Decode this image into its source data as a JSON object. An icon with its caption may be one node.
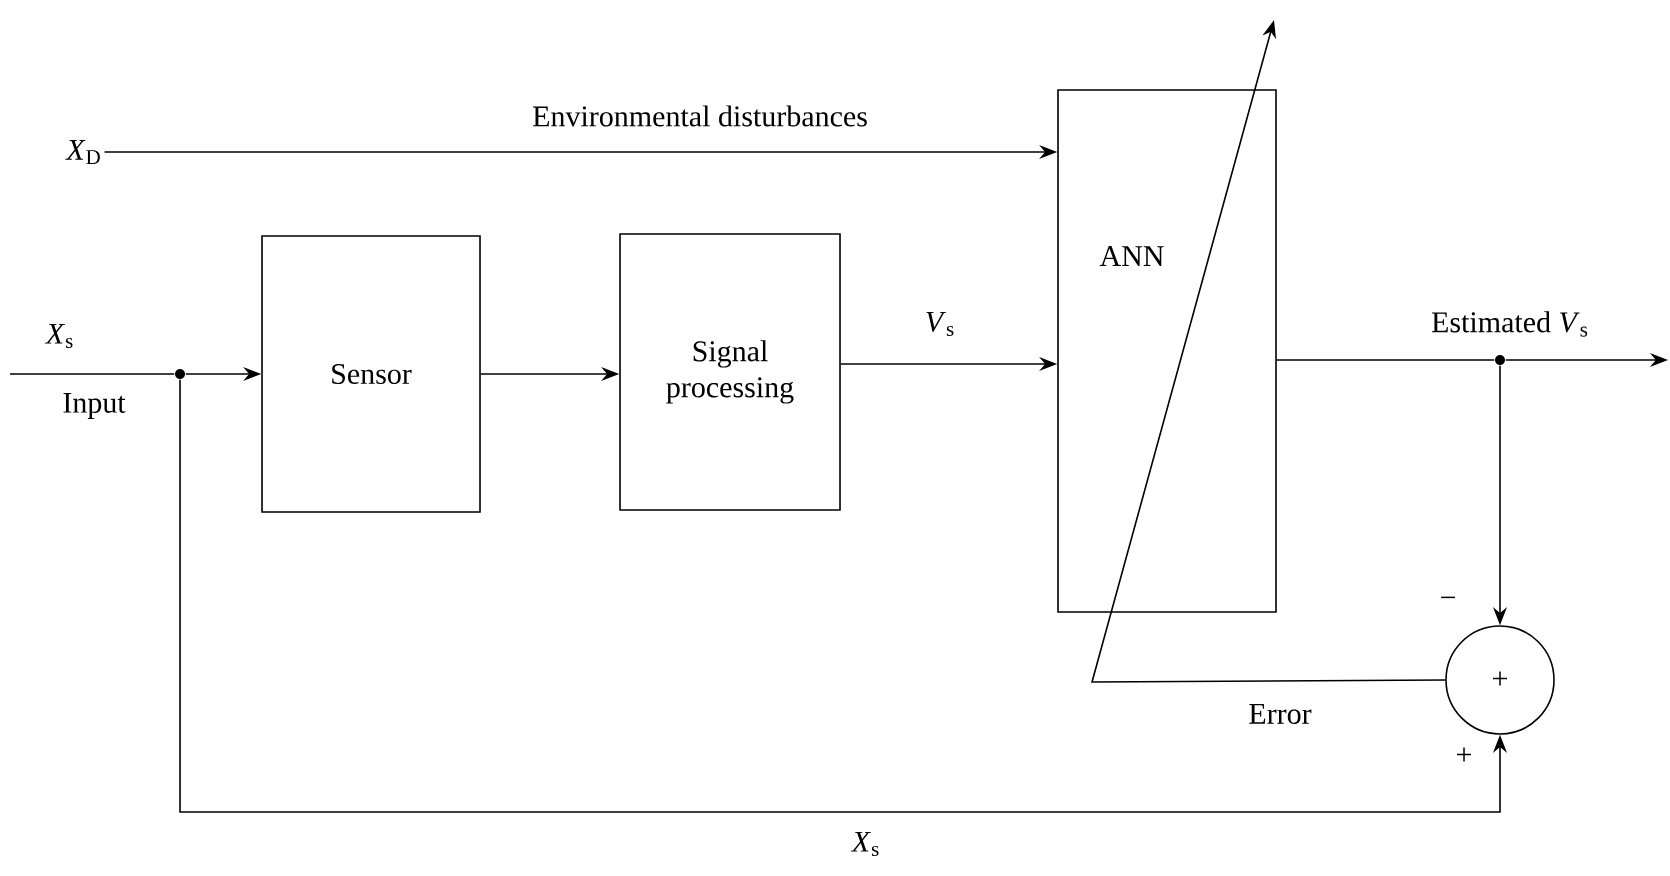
{
  "diagram": {
    "nodes": [
      {
        "text": [
          "*X*$_{D}$"
        ]
      },
      {
        "text": [
          "Sensor"
        ]
      },
      {
        "text": [
          "Signal processing"
        ]
      },
      {
        "text": [
          "ANN"
        ]
      },
      {
        "text": [
          "+"
        ]
      },
      {
        "text": [],
        "shape": "circle"
      },
      {
        "text": [],
        "shape": "circle"
      }
    ],
    "edges": [
      {
        "from": 0,
        "to": 3,
        "arrow": "to",
        "label": "Environmental disturbances"
      },
      {
        "from": null,
        "to": 5,
        "arrow": "none",
        "label": "*X*$_{s}$"
      },
      {
        "from": 5,
        "to": 1,
        "arrow": "to"
      },
      {
        "from": 1,
        "to": 2,
        "arrow": "to"
      },
      {
        "from": 2,
        "to": 3,
        "arrow": "to",
        "label": "*V*$_{s}$"
      },
      {
        "from": 3,
        "to": 6,
        "arrow": "none"
      },
      {
        "from": 6,
        "to": null,
        "arrow": "to",
        "label": "Estimated *V*$_{s}$"
      },
      {
        "from": 6,
        "to": 4,
        "arrow": "to"
      },
      {
        "from": 5,
        "to": 4,
        "arrow": "to",
        "label": "*X*$_{s}$"
      },
      {
        "from": 4,
        "to": null,
        "arrow": "to",
        "label": "Error"
      }
    ],
    "labels": [
      "Input",
      "−",
      "+"
    ]
  }
}
